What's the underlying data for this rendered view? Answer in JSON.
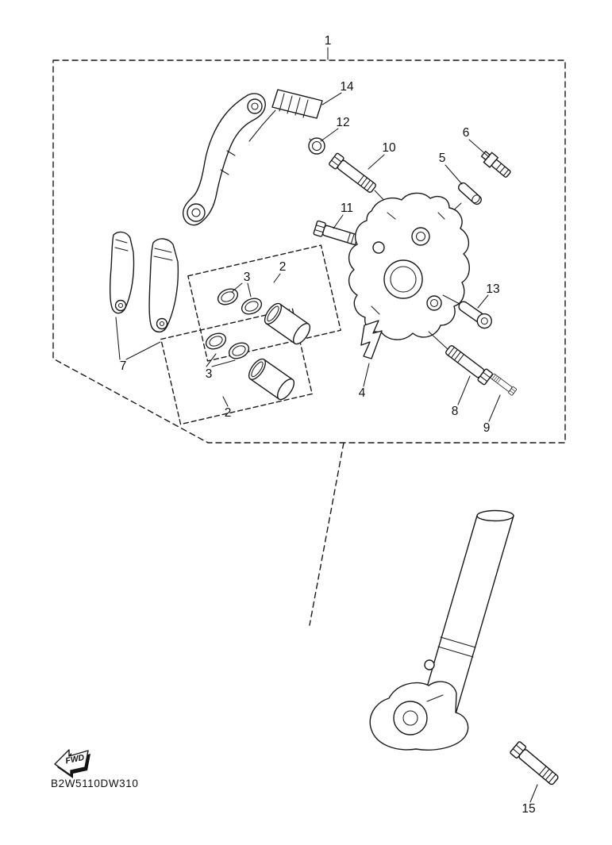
{
  "drawing": {
    "part_code": "B2W5110DW310",
    "fwd_label": "FWD"
  },
  "callouts": {
    "1": "1",
    "2_top": "2",
    "2_bottom": "2",
    "3_top": "3",
    "3_bottom": "3",
    "4": "4",
    "5": "5",
    "6": "6",
    "7": "7",
    "8": "8",
    "9": "9",
    "10": "10",
    "11": "11",
    "12": "12",
    "13": "13",
    "14": "14",
    "15": "15"
  }
}
